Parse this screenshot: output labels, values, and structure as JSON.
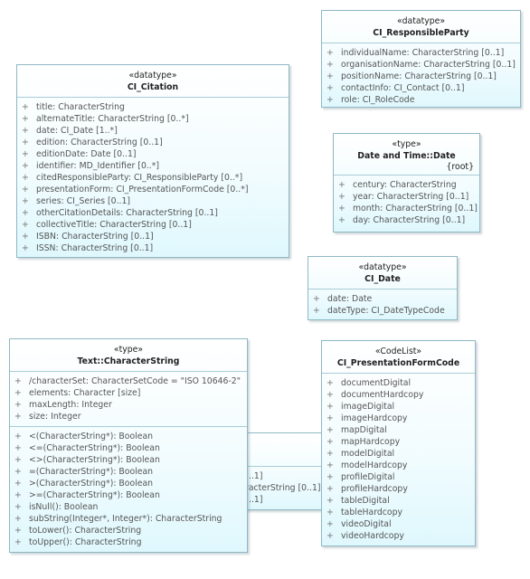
{
  "boxes": {
    "citation": {
      "stereotype": "«datatype»",
      "name": "CI_Citation",
      "attributes": [
        "title: CharacterString",
        "alternateTitle: CharacterString [0..*]",
        "date: CI_Date [1..*]",
        "edition: CharacterString [0..1]",
        "editionDate: Date [0..1]",
        "identifier: MD_Identifier [0..*]",
        "citedResponsibleParty: CI_ResponsibleParty [0..*]",
        "presentationForm: CI_PresentationFormCode [0..*]",
        "series: CI_Series [0..1]",
        "otherCitationDetails: CharacterString [0..1]",
        "collectiveTitle: CharacterString [0..1]",
        "ISBN: CharacterString [0..1]",
        "ISSN: CharacterString [0..1]"
      ]
    },
    "responsible_party": {
      "stereotype": "«datatype»",
      "name": "CI_ResponsibleParty",
      "attributes": [
        "individualName: CharacterString [0..1]",
        "organisationName: CharacterString [0..1]",
        "positionName: CharacterString [0..1]",
        "contactInfo: CI_Contact [0..1]",
        "role: CI_RoleCode"
      ]
    },
    "date_time": {
      "stereotype": "«type»",
      "name": "Date and Time::Date",
      "tag": "{root}",
      "attributes": [
        "century: CharacterString",
        "year: CharacterString [0..1]",
        "month: CharacterString [0..1]",
        "day: CharacterString [0..1]"
      ]
    },
    "ci_date": {
      "stereotype": "«datatype»",
      "name": "CI_Date",
      "attributes": [
        "date: Date",
        "dateType: CI_DateTypeCode"
      ]
    },
    "hidden_box": {
      "fragments": [
        "..1]",
        "racterString [0..1]",
        "..1]"
      ]
    },
    "character_string": {
      "stereotype": "«type»",
      "name": "Text::CharacterString",
      "attributes": [
        "/characterSet: CharacterSetCode = \"ISO 10646-2\"",
        "elements: Character [size]",
        "maxLength: Integer",
        "size: Integer"
      ],
      "operations": [
        "<(CharacterString*): Boolean",
        "<=(CharacterString*): Boolean",
        "<>(CharacterString*): Boolean",
        "=(CharacterString*): Boolean",
        ">(CharacterString*): Boolean",
        ">=(CharacterString*): Boolean",
        "isNull(): Boolean",
        "subString(Integer*, Integer*): CharacterString",
        "toLower(): CharacterString",
        "toUpper(): CharacterString"
      ]
    },
    "presentation_form": {
      "stereotype": "«CodeList»",
      "name": "CI_PresentationFormCode",
      "attributes": [
        "documentDigital",
        "documentHardcopy",
        "imageDigital",
        "imageHardcopy",
        "mapDigital",
        "mapHardcopy",
        "modelDigital",
        "modelHardcopy",
        "profileDigital",
        "profileHardcopy",
        "tableDigital",
        "tableHardcopy",
        "videoDigital",
        "videoHardcopy"
      ]
    }
  },
  "visibility_symbol": "+",
  "colors": {
    "border": "#8fb8c4",
    "fill_top": "#ffffff",
    "fill_bottom": "#dff8fd",
    "text": "#333333"
  }
}
